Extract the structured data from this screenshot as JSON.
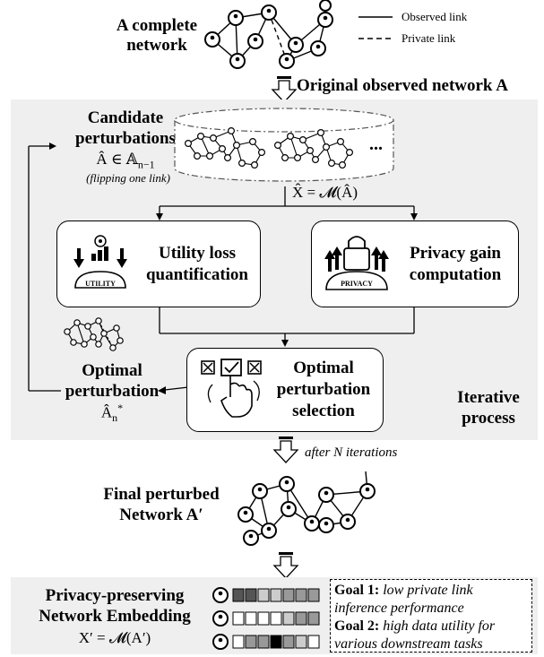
{
  "top": {
    "title_line1": "A complete",
    "title_line2": "network",
    "legend": {
      "observed": "Observed link",
      "private": "Private link"
    },
    "step_label": "Original observed network A"
  },
  "candidates": {
    "title_line1": "Candidate",
    "title_line2": "perturbations",
    "math": "Â ∈ 𝔸",
    "math_sub": "n−1",
    "note": "(flipping one link)",
    "ellipsis": "..."
  },
  "mapping_label": "X̂ = 𝓜(Â)",
  "utility": {
    "line1": "Utility loss",
    "line2": "quantification",
    "icon_text": "UTILITY"
  },
  "privacy": {
    "line1": "Privacy gain",
    "line2": "computation",
    "icon_text": "PRIVACY"
  },
  "optimal": {
    "title_line1": "Optimal",
    "title_line2": "perturbation",
    "math": "Â",
    "math_sub": "n",
    "math_sup": "*"
  },
  "selection": {
    "line1": "Optimal",
    "line2": "perturbation",
    "line3": "selection"
  },
  "iterative": {
    "line1": "Iterative",
    "line2": "process"
  },
  "after_label": "after N iterations",
  "final": {
    "line1": "Final perturbed",
    "line2": "Network A′"
  },
  "embedding": {
    "line1": "Privacy-preserving",
    "line2": "Network Embedding",
    "math": "X′ = 𝓜(A′)"
  },
  "goals": {
    "goal1_label": "Goal 1:",
    "goal1_text_a": "low private link",
    "goal1_text_b": "inference performance",
    "goal2_label": "Goal 2:",
    "goal2_text_a": "high data utility for",
    "goal2_text_b": "various downstream tasks"
  },
  "colors": {
    "panel_bg": "#efefef",
    "embed_dark": "#555555",
    "embed_mid": "#999999",
    "embed_light": "#cccccc",
    "embed_black": "#000000"
  }
}
